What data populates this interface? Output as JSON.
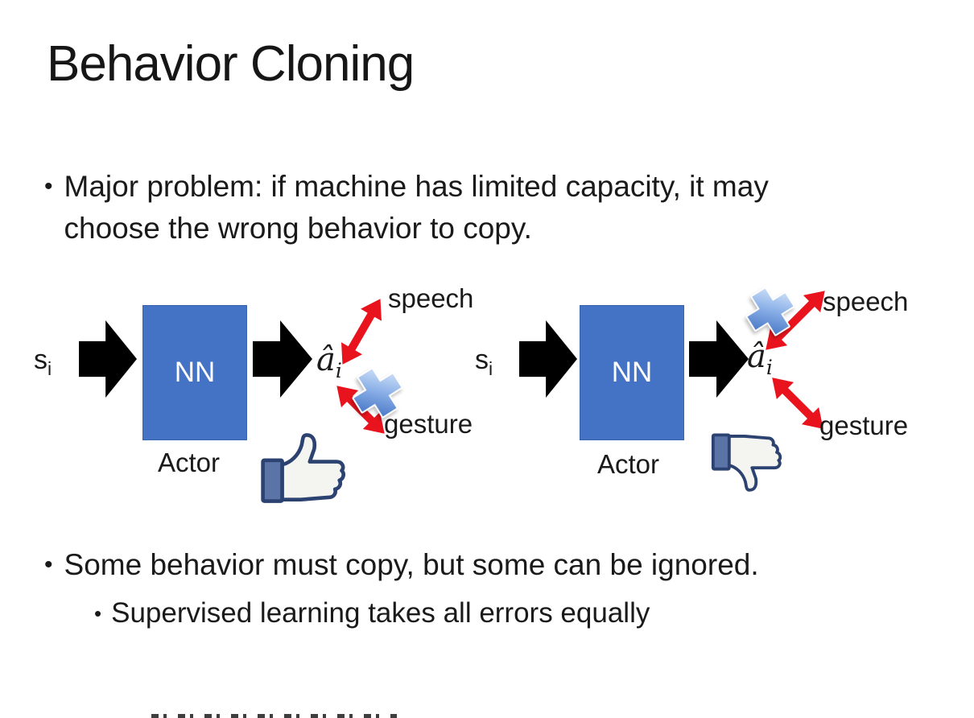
{
  "slide_title": "Behavior Cloning",
  "list_marker": "•",
  "bullets": [
    {
      "level": 1,
      "text": "Major problem: if machine has limited capacity, it may choose the wrong behavior to copy."
    },
    {
      "level": 1,
      "text": "Some behavior must copy, but some can be ignored."
    },
    {
      "level": 2,
      "text": "Supervised learning takes all errors equally"
    }
  ],
  "diagrams": [
    {
      "id": "left",
      "input_label": "s",
      "input_sub": "i",
      "node_label": "NN",
      "node_role": "Actor",
      "output_label": "â",
      "output_sub": "i",
      "branches": [
        {
          "label": "speech",
          "crossed_out": false
        },
        {
          "label": "gesture",
          "crossed_out": true
        }
      ],
      "feedback_icon": "thumbs-up"
    },
    {
      "id": "right",
      "input_label": "s",
      "input_sub": "i",
      "node_label": "NN",
      "node_role": "Actor",
      "output_label": "â",
      "output_sub": "i",
      "branches": [
        {
          "label": "speech",
          "crossed_out": true
        },
        {
          "label": "gesture",
          "crossed_out": false
        }
      ],
      "feedback_icon": "thumbs-down"
    }
  ],
  "colors": {
    "nn_box": "#4472C4",
    "arrow_black": "#000000",
    "arrow_red": "#E8131D",
    "x_icon_blue": "#3A6FC8",
    "thumb_outline": "#2C4270",
    "thumb_cuff": "#5B74A8",
    "text": "#1A1A1A"
  }
}
